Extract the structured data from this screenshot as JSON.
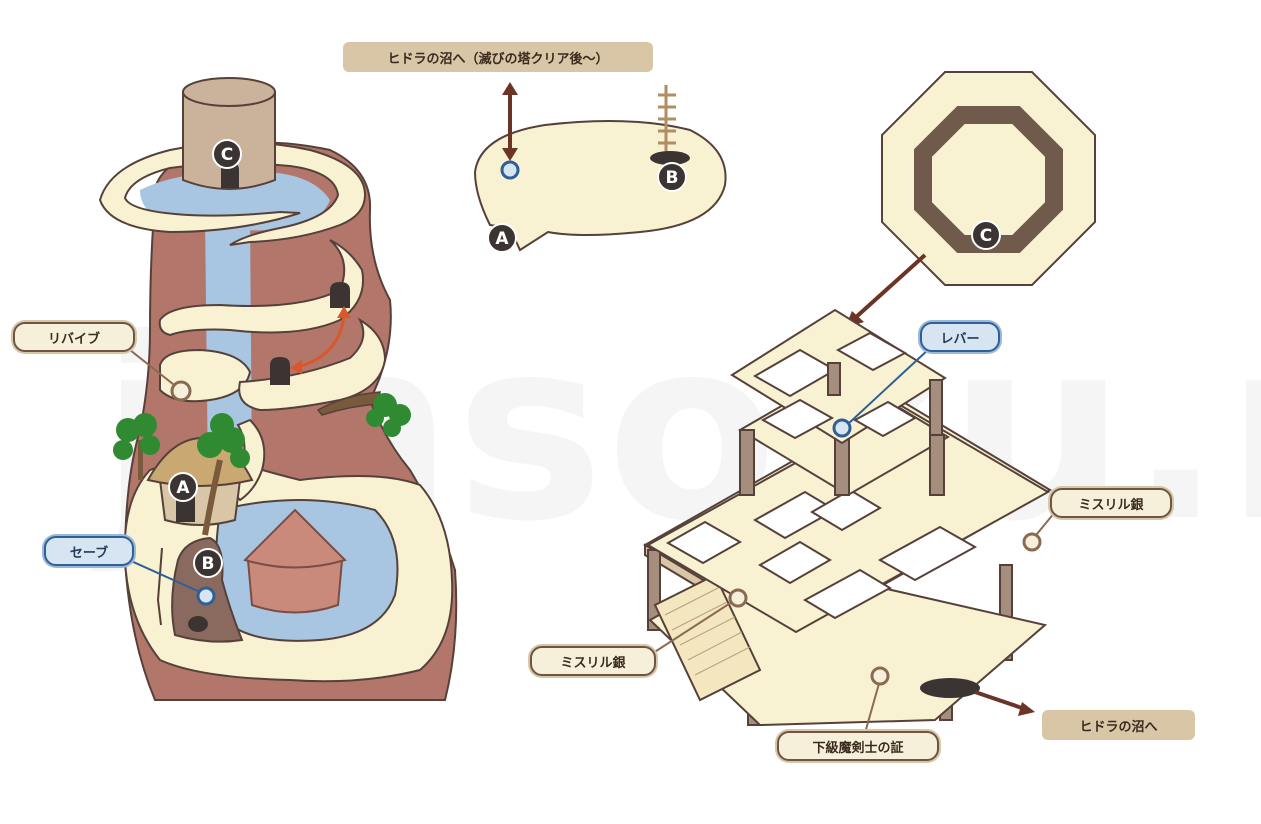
{
  "watermark": "jinsoku.net",
  "labels": {
    "hydra_top": "ヒドラの沼へ（滅びの塔クリア後〜）",
    "revive": "リバイブ",
    "save": "セーブ",
    "lever": "レバー",
    "mithril_1": "ミスリル銀",
    "mithril_2": "ミスリル銀",
    "proof": "下級魔剣士の証",
    "hydra_bottom": "ヒドラの沼へ"
  },
  "markers": {
    "a": "A",
    "b": "B",
    "c": "C"
  },
  "colors": {
    "cream": "#f8f1d2",
    "cliff": "#b3766a",
    "water": "#a8c6e2",
    "outline": "#55413a",
    "arrow_brown": "#6b3427",
    "arrow_orange": "#d9582a"
  }
}
